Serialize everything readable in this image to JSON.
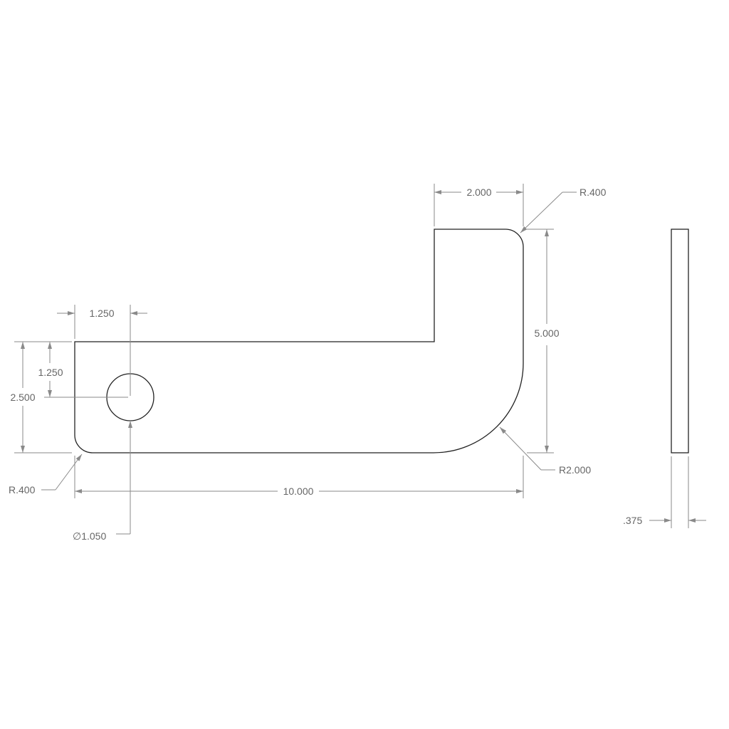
{
  "front_view": {
    "width_label": "10.000",
    "height_label": "5.000",
    "arm_width_label": "2.000",
    "base_height_label": "2.500",
    "hole_x_label": "1.250",
    "hole_y_label": "1.250",
    "hole_diameter_label": "∅1.050",
    "top_corner_radius_label": "R.400",
    "bottom_left_radius_label": "R.400",
    "bend_radius_label": "R2.000"
  },
  "side_view": {
    "thickness_label": ".375"
  },
  "colors": {
    "outline": "#222222",
    "dimension": "#8a8a8a",
    "text": "#666666"
  }
}
